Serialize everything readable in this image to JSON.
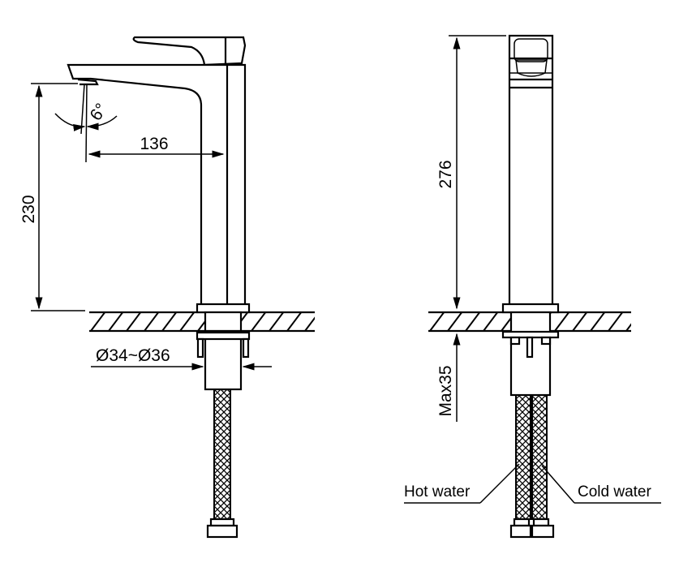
{
  "side_view": {
    "height_label": "230",
    "reach_label": "136",
    "angle_label": "6°",
    "hole_diameter_label": "Ø34~Ø36"
  },
  "front_view": {
    "total_height_label": "276",
    "max_thickness_label": "Max35",
    "hot_label": "Hot water",
    "cold_label": "Cold water"
  },
  "colors": {
    "line": "#000000",
    "background": "#ffffff"
  }
}
